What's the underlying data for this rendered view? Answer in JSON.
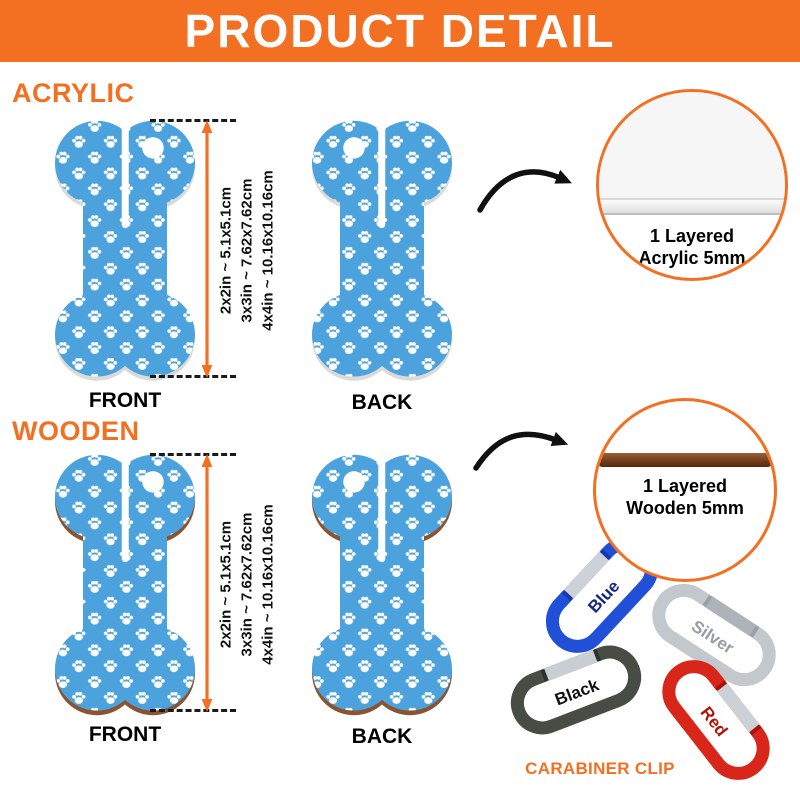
{
  "header": {
    "title": "PRODUCT DETAIL"
  },
  "dimensions": {
    "lines": [
      "2x2in ~ 5.1x5.1cm",
      "3x3in ~ 7.62x7.62cm",
      "4x4in ~ 10.16x10.16cm"
    ]
  },
  "sections": {
    "acrylic": {
      "label": "ACRYLIC",
      "front_label": "FRONT",
      "back_label": "BACK",
      "callout_line1": "1 Layered",
      "callout_line2": "Acrylic 5mm"
    },
    "wooden": {
      "label": "WOODEN",
      "front_label": "FRONT",
      "back_label": "BACK",
      "callout_line1": "1 Layered",
      "callout_line2": "Wooden 5mm"
    }
  },
  "carabiner": {
    "label": "CARABINER CLIP",
    "options": [
      {
        "name": "Blue",
        "hex": "#2050d8"
      },
      {
        "name": "Silver",
        "hex": "#c3c8cd"
      },
      {
        "name": "Black",
        "hex": "#474c44"
      },
      {
        "name": "Red",
        "hex": "#d8271a"
      }
    ]
  },
  "colors": {
    "accent": "#F36F21",
    "tag_pattern_blue": "#4BA2DC",
    "paw_print": "#FFFFFF",
    "wood_edge": "#8A5430",
    "acrylic_edge": "#DADADA"
  },
  "icons": {
    "zoom_arrow": "curved-arrow-right",
    "dimension_arrow": "double-headed-vertical-arrow",
    "tag_shape": "dog-bone-tag",
    "pattern": "paw-print-pattern"
  }
}
